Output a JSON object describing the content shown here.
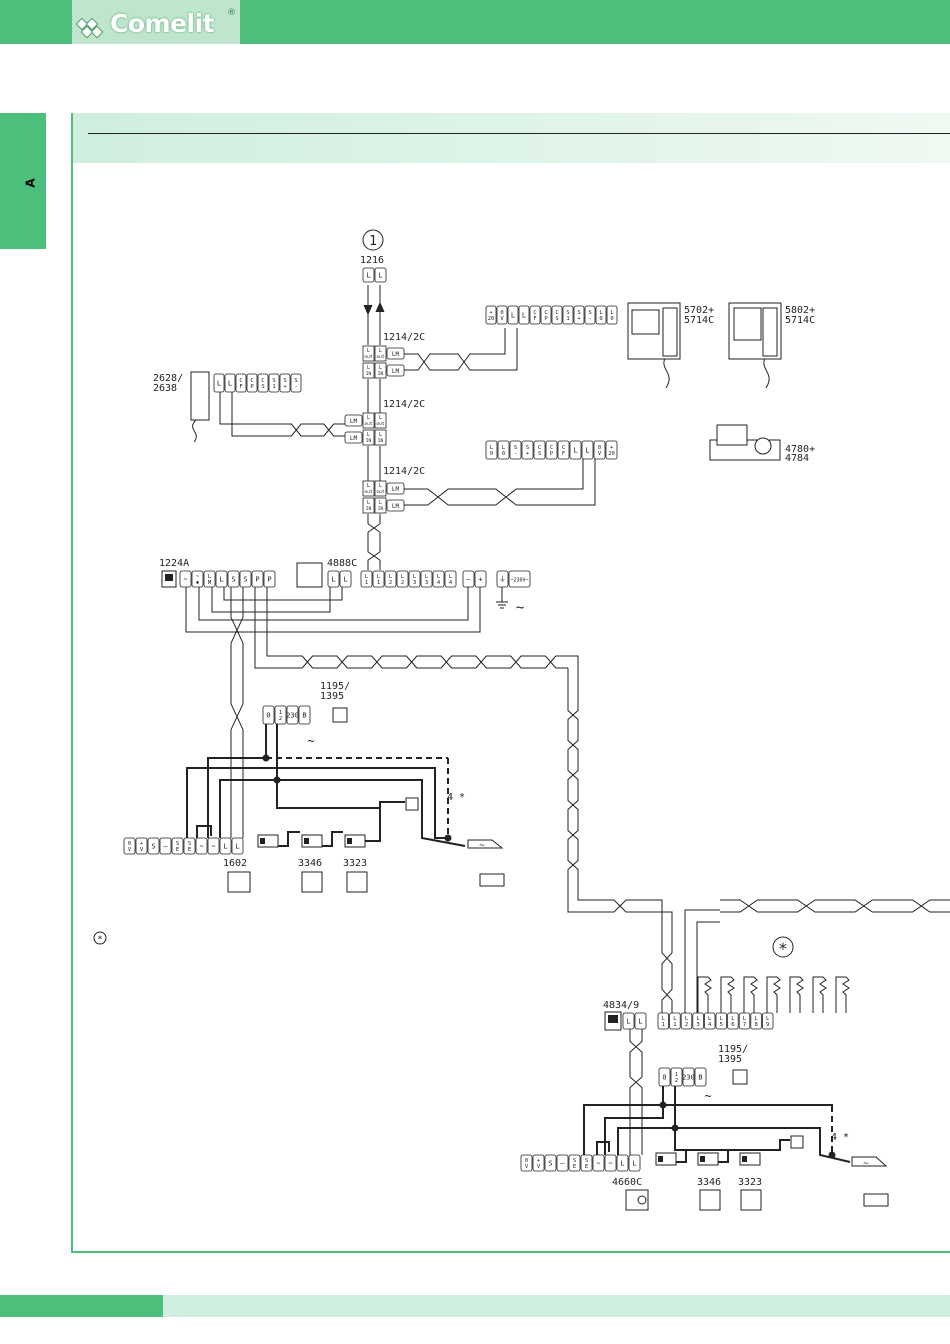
{
  "brand": {
    "name": "Comelit",
    "reg": "®"
  },
  "side_tab": {
    "letter": "A"
  },
  "labels": {
    "circle1": "1",
    "m1216": "1216",
    "m1214a": "1214/2C",
    "m1214b": "1214/2C",
    "m1214c": "1214/2C",
    "m2628": "2628/",
    "m2638": "2638",
    "m5702": "5702+",
    "m5714a": "5714C",
    "m5802": "5802+",
    "m5714b": "5714C",
    "m4780": "4780+",
    "m4784": "4784",
    "m1224a": "1224A",
    "m4888c": "4888C",
    "m1195a": "1195/",
    "m1395a": "1395",
    "m1602": "1602",
    "m3346a": "3346",
    "m3323a": "3323",
    "m4834": "4834/9",
    "m1195b": "1195/",
    "m1395b": "1395",
    "m4660c": "4660C",
    "m3346b": "3346",
    "m3323b": "3323",
    "star_note": "4 *",
    "star_note_b": "4 *",
    "legend_asterisk": "*",
    "tilde": "~"
  },
  "terminals": {
    "t1216": [
      "L",
      "L"
    ],
    "t2628": [
      "L",
      "L",
      "C\nF",
      "C\nP",
      "C\nS",
      "S\n1",
      "S\n+",
      "S\n-"
    ],
    "t5702": [
      "+\n20",
      "0\nV",
      "L",
      "L",
      "C\nF",
      "C\nP",
      "C\nS",
      "S\n1",
      "S\n+",
      "S\n-",
      "L\n0",
      "L\n0"
    ],
    "t4780": [
      "L\n0",
      "L\n0",
      "S\n-",
      "S\n+",
      "C\nS",
      "C\nP",
      "C\nF",
      "L",
      "L",
      "0\nV",
      "+\n20"
    ],
    "t1224a": [
      "~",
      "~\n✱",
      "L\nM",
      "L",
      "S",
      "S",
      "P",
      "P"
    ],
    "t4888c": [
      "L",
      "L",
      "L\n1",
      "L\n1",
      "L\n2",
      "L\n2",
      "L\n3",
      "L\n3",
      "L\n4",
      "L\n4",
      "—",
      "+",
      "⏚",
      "~230V~"
    ],
    "t1195": [
      "0",
      "1\n2",
      "230",
      "B"
    ],
    "t1602": [
      "0\nV",
      "+\nV",
      "S",
      "—",
      "S\nE",
      "S\nE",
      "~",
      "~",
      "L",
      "L"
    ],
    "t4834": [
      "L",
      "L",
      "L\n1",
      "L\n1",
      "L\n2",
      "L\n3",
      "L\n4",
      "L\n5",
      "L\n6",
      "L\n7",
      "L\n8",
      "L\n9"
    ],
    "t4660": [
      "0\nV",
      "+\nV",
      "S",
      "—",
      "S\nE",
      "S\nE",
      "~",
      "~",
      "L",
      "L"
    ],
    "lm": "LM",
    "out": "out",
    "in": "IN"
  }
}
